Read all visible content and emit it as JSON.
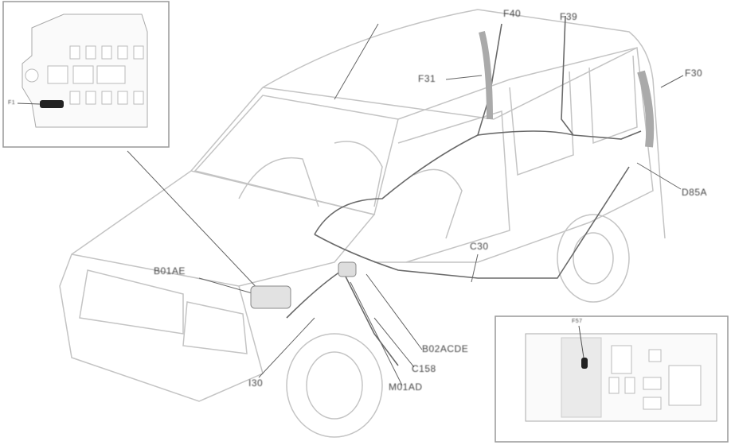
{
  "diagram": {
    "labels": {
      "f40": "F40",
      "f39": "F39",
      "f31": "F31",
      "f30": "F30",
      "d85a": "D85A",
      "c30": "C30",
      "b01ae": "B01AE",
      "b02acde": "B02ACDE",
      "c158": "C158",
      "m01ad": "M01AD",
      "i30": "I30",
      "inset_left_fuse": "F1",
      "inset_right_fuse": "F57"
    },
    "colors": {
      "line": "#b8b8b8",
      "wire": "#555555",
      "highlight": "#222222"
    }
  }
}
